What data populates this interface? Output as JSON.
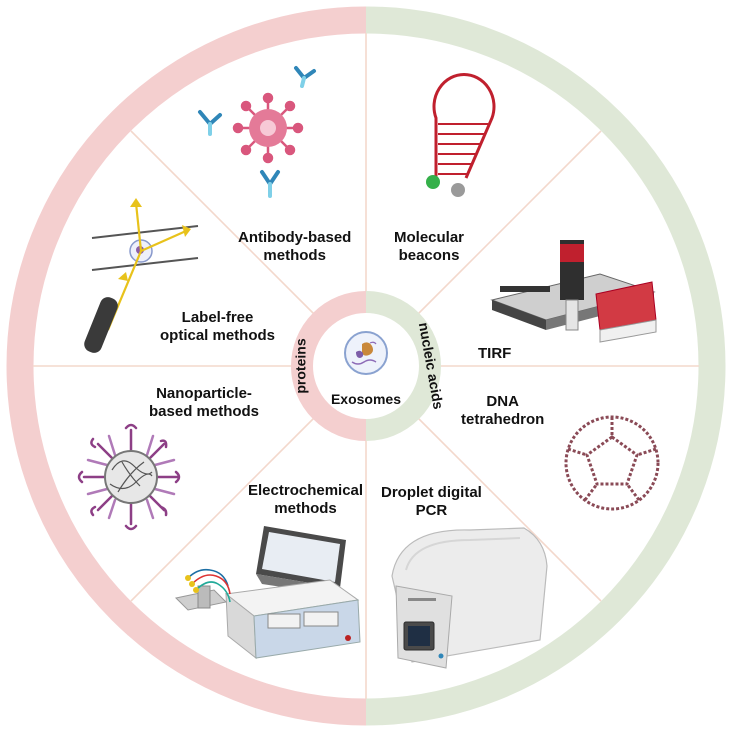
{
  "center": {
    "label": "Exosomes"
  },
  "inner_ring": {
    "left_label": "proteins",
    "right_label": "nucleic acids"
  },
  "methods": {
    "antibody": {
      "line1": "Antibody-based",
      "line2": "methods"
    },
    "label_free": {
      "line1": "Label-free",
      "line2": "optical methods"
    },
    "nanoparticle": {
      "line1": "Nanoparticle-",
      "line2": "based methods"
    },
    "electrochemical": {
      "line1": "Electrochemical",
      "line2": "methods"
    },
    "beacons": {
      "line1": "Molecular",
      "line2": "beacons"
    },
    "tirf": {
      "line1": "TIRF"
    },
    "dna_tetra": {
      "line1": "DNA",
      "line2": "tetrahedron"
    },
    "ddpcr": {
      "line1": "Droplet digital",
      "line2": "PCR"
    }
  },
  "colors": {
    "protein_ring": "#f4cfcf",
    "nucleic_ring": "#dfe8d7",
    "divider": "#f3d8cc",
    "antibody_blue": "#2f86b8",
    "virus_pink": "#d9577d",
    "beacon_red": "#c0202e",
    "beacon_green": "#35b04a"
  }
}
